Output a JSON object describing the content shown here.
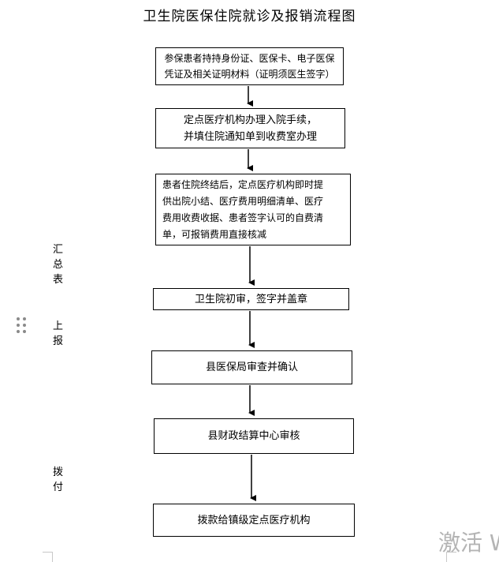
{
  "title": "卫生院医保住院就诊及报销流程图",
  "steps": [
    {
      "line1": "参保患者持持身份证、医保卡、电子医保",
      "line2": "凭证及相关证明材料（证明须医生签字）"
    },
    {
      "line1": "定点医疗机构办理入院手续，",
      "line2": "并填住院通知单到收费室办理"
    },
    {
      "line1": "患者住院终结后，定点医疗机构即时提",
      "line2": "供出院小结、医疗费用明细清单、医疗",
      "line3": "费用收费收据、患者签字认可的自费清",
      "line4": "单，可报销费用直接核减"
    },
    {
      "line1": "卫生院初审，签字并盖章"
    },
    {
      "line1": "县医保局审查并确认"
    },
    {
      "line1": "县财政结算中心审核"
    },
    {
      "line1": "拨款给镇级定点医疗机构"
    }
  ],
  "side_labels": {
    "summary": "汇总表",
    "report": "上报",
    "allocate": "拨付"
  },
  "watermark": "激活 W"
}
